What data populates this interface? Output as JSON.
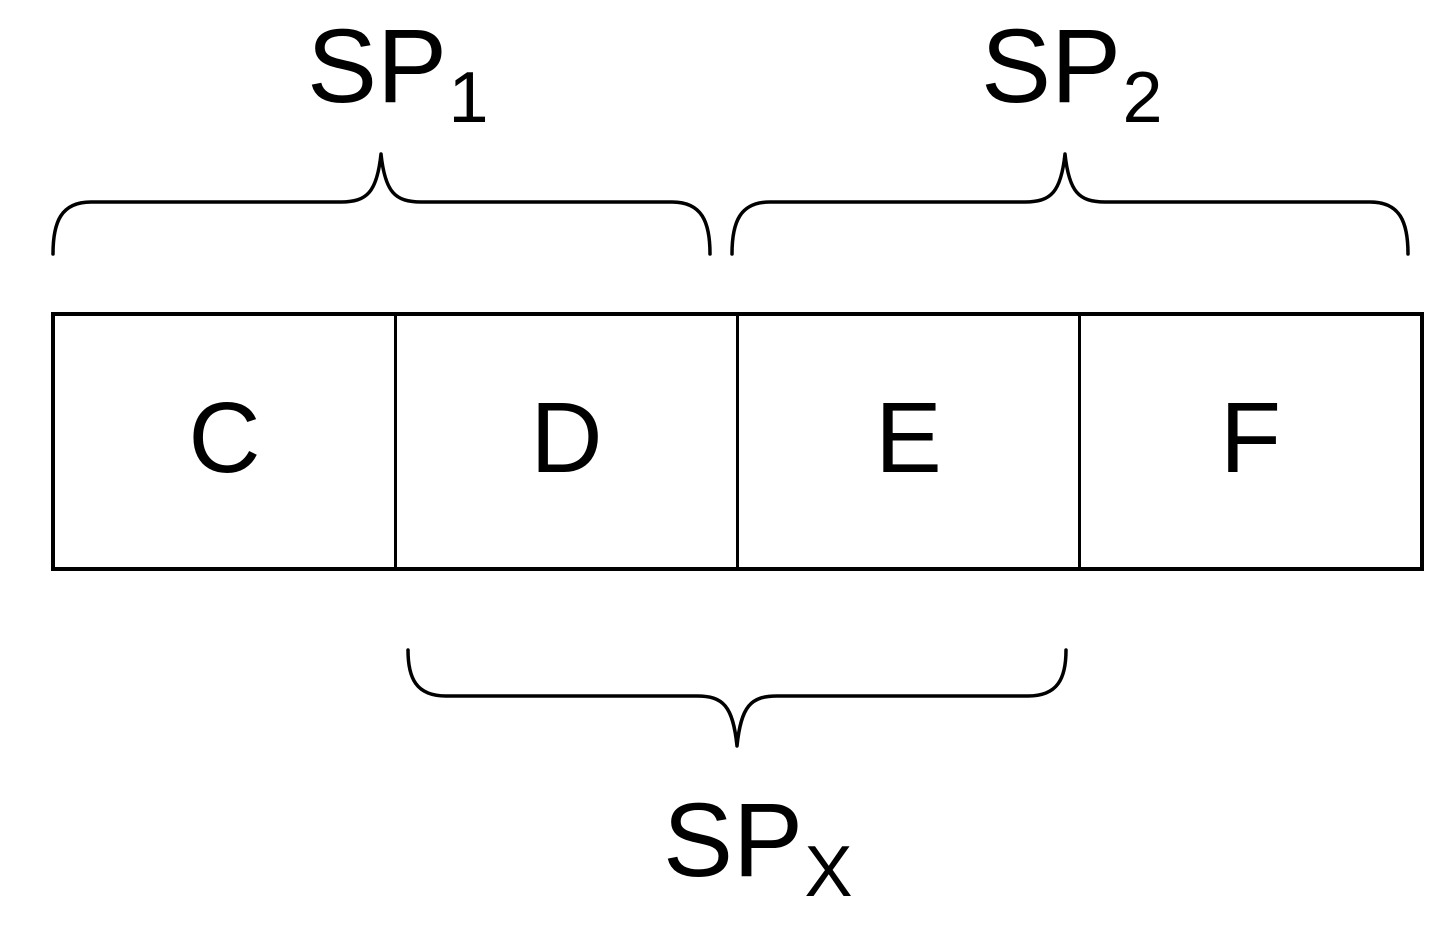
{
  "diagram": {
    "cells": [
      {
        "label": "C"
      },
      {
        "label": "D"
      },
      {
        "label": "E"
      },
      {
        "label": "F"
      }
    ],
    "labels": {
      "sp1": {
        "base": "SP",
        "sub": "1"
      },
      "sp2": {
        "base": "SP",
        "sub": "2"
      },
      "spx": {
        "base": "SP",
        "sub": "X"
      }
    },
    "braces": [
      {
        "id": "sp1",
        "direction": "up",
        "covers": [
          "C",
          "D"
        ]
      },
      {
        "id": "sp2",
        "direction": "up",
        "covers": [
          "E",
          "F"
        ]
      },
      {
        "id": "spx",
        "direction": "down",
        "covers": [
          "D",
          "E"
        ]
      }
    ],
    "colors": {
      "line": "#000000",
      "background": "#ffffff"
    }
  }
}
